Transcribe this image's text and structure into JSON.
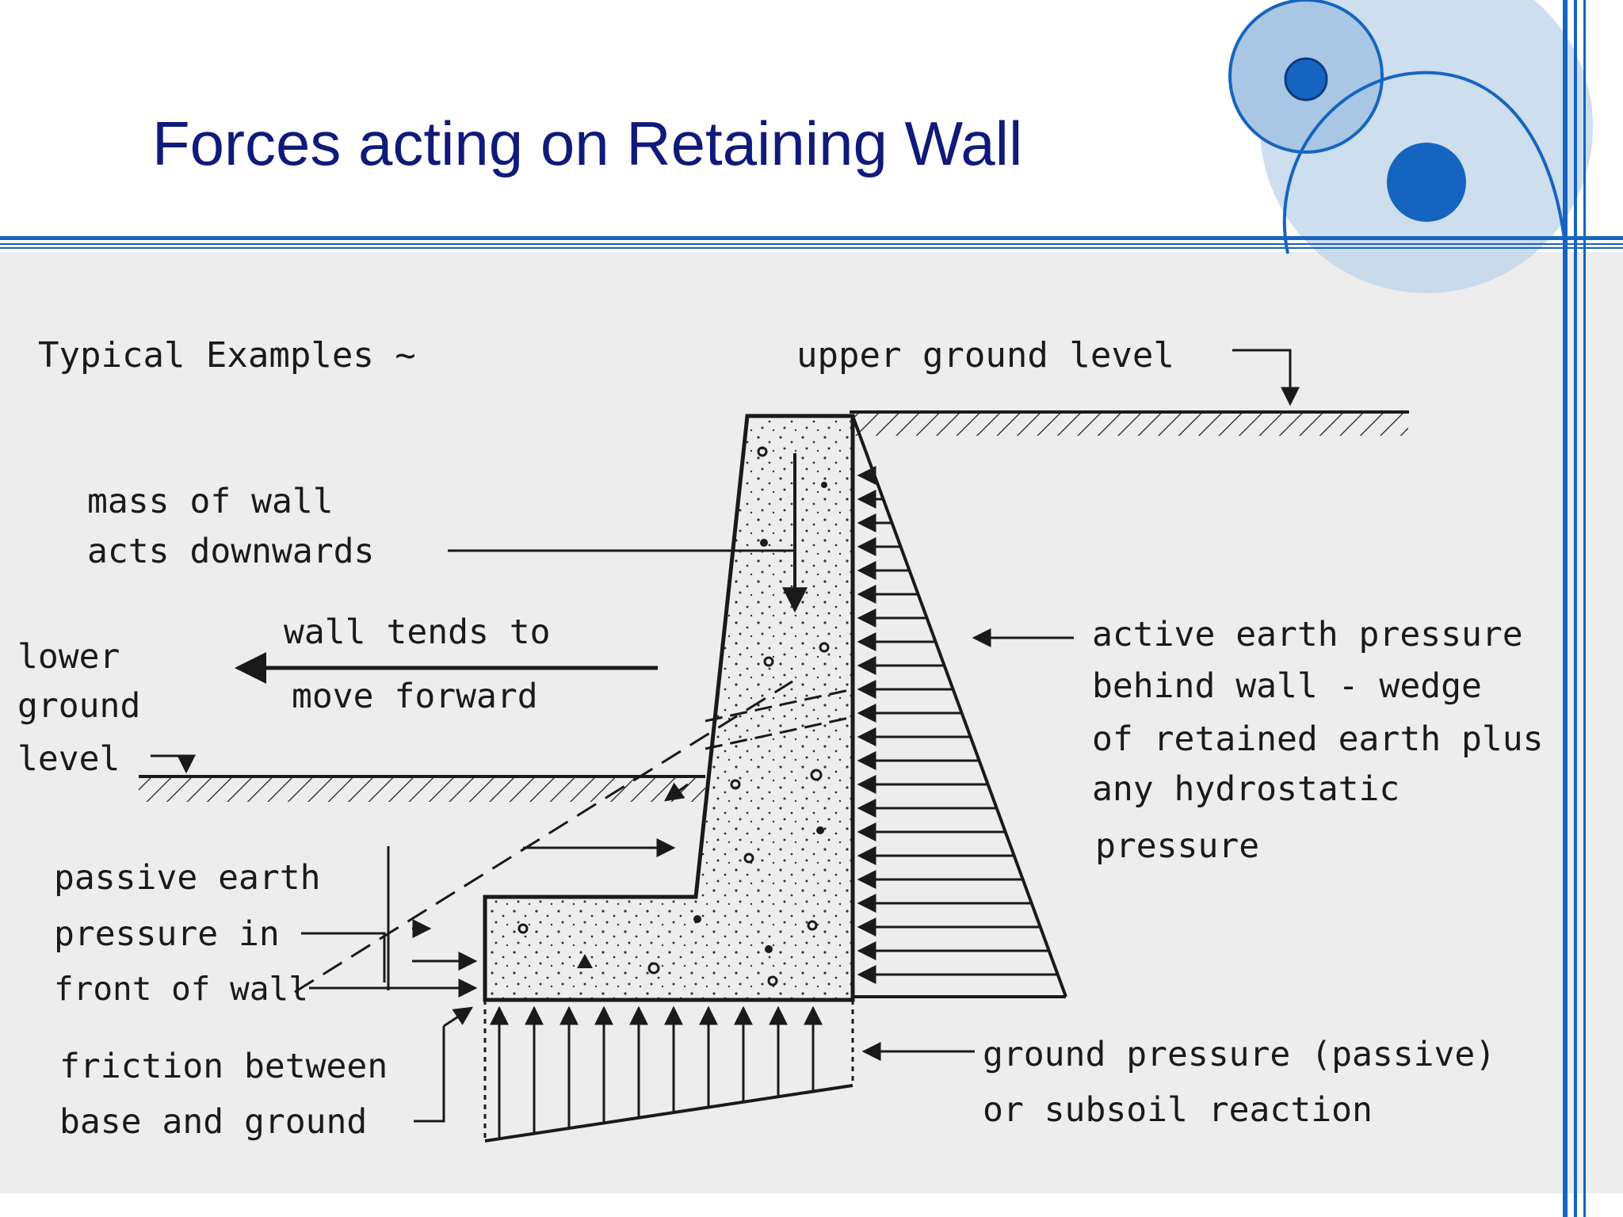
{
  "slide": {
    "title": "Forces acting on Retaining Wall"
  },
  "colors": {
    "title": "#101a7a",
    "accent_blue": "#1565c0",
    "light_blue": "#bcd3ea",
    "ink": "#1a1a1a"
  },
  "diagram": {
    "labels": {
      "typical": "Typical Examples ~",
      "upper_ground": "upper ground level",
      "mass_line1": "mass of wall",
      "mass_line2": "acts downwards",
      "tends_line1": "wall tends to",
      "tends_line2": "move forward",
      "lower_line1": "lower",
      "lower_line2": "ground",
      "lower_line3": "level",
      "active_line1": "active earth pressure",
      "active_line2": "behind wall - wedge",
      "active_line3": "of retained earth plus",
      "active_line4": "any hydrostatic",
      "active_line5": "pressure",
      "passive_line1": "passive earth",
      "passive_line2": "pressure in",
      "passive_line3": "front of wall",
      "friction_line1": "friction between",
      "friction_line2": "base and ground",
      "ground_line1": "ground pressure (passive)",
      "ground_line2": "or subsoil reaction"
    }
  }
}
